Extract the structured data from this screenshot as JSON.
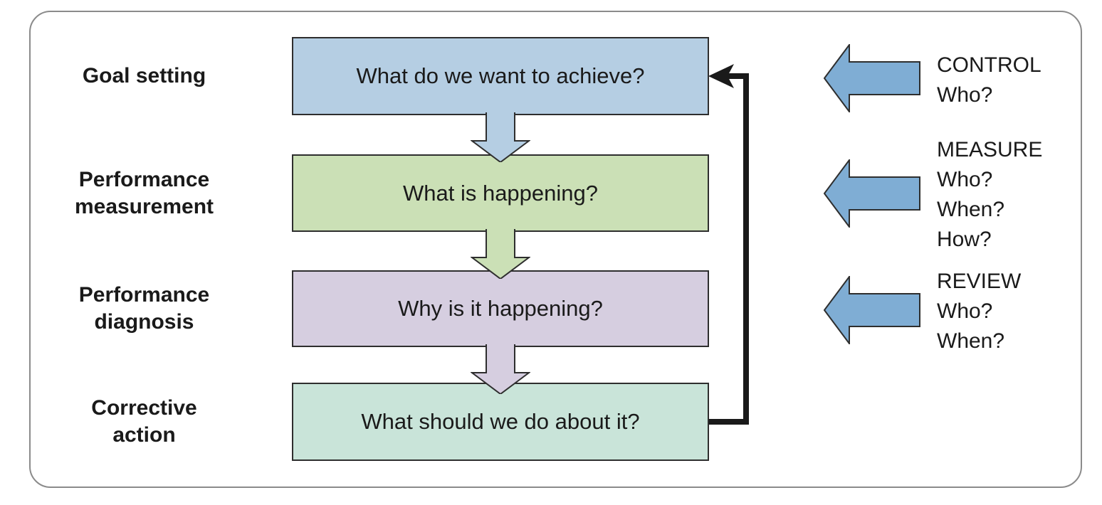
{
  "figure": {
    "stages": [
      {
        "label": "Goal setting",
        "question": "What do we want to achieve?",
        "box_color": "#b5cee3"
      },
      {
        "label": "Performance\nmeasurement",
        "question": "What is happening?",
        "box_color": "#cbe0b6"
      },
      {
        "label": "Performance\ndiagnosis",
        "question": "Why is it happening?",
        "box_color": "#d6cee0"
      },
      {
        "label": "Corrective\naction",
        "question": "What should we do about it?",
        "box_color": "#c9e4d9"
      }
    ],
    "annotations": [
      {
        "title": "CONTROL",
        "lines": [
          "Who?"
        ]
      },
      {
        "title": "MEASURE",
        "lines": [
          "Who?",
          "When?",
          "How?"
        ]
      },
      {
        "title": "REVIEW",
        "lines": [
          "Who?",
          "When?"
        ]
      }
    ],
    "colors": {
      "side_arrow_fill": "#7fadd4",
      "box_border": "#2e2e2e",
      "loop_arrow": "#1a1a1a",
      "frame_border": "#8b8b8b",
      "text": "#1a1a1a"
    }
  }
}
